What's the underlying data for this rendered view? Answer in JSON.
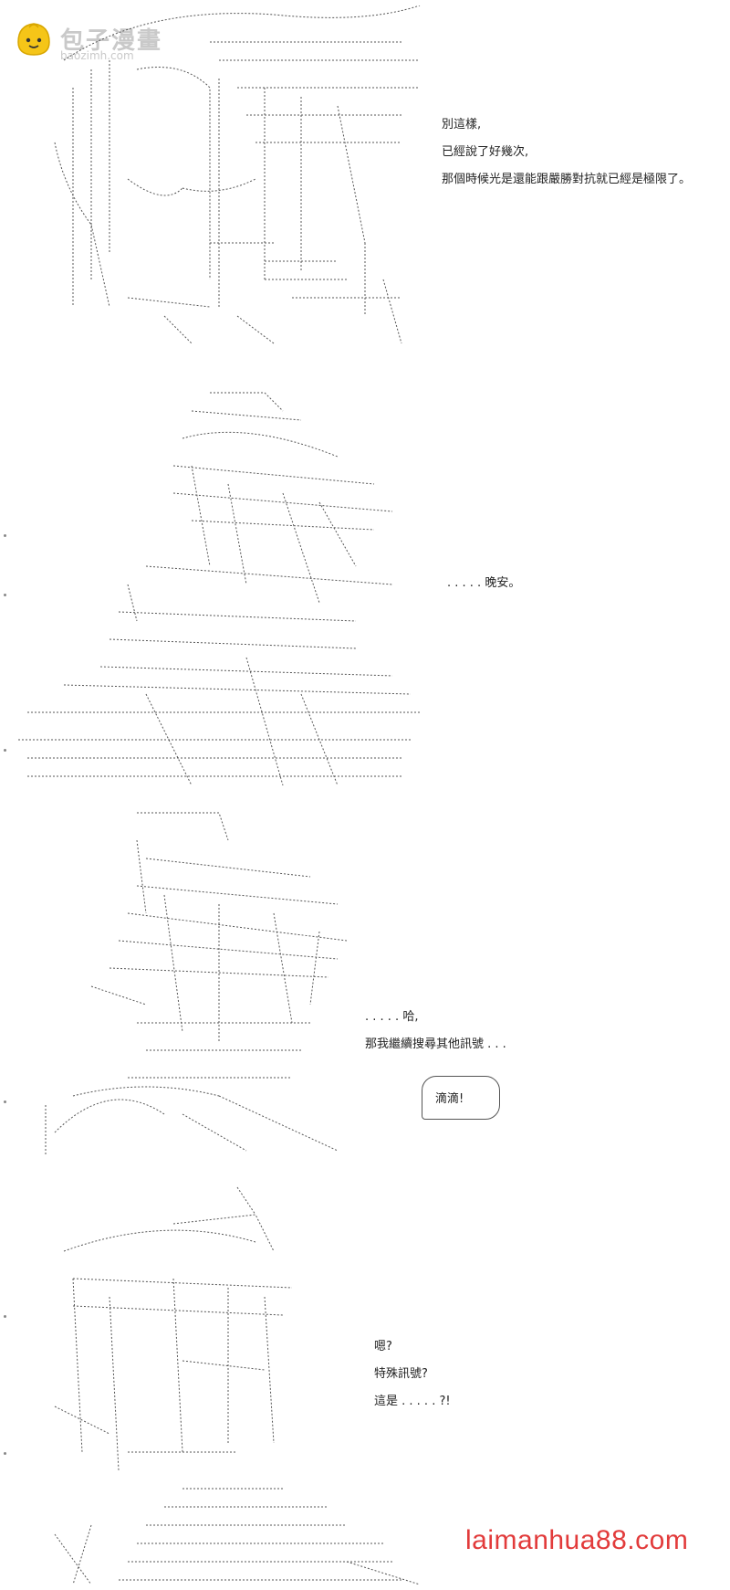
{
  "logo": {
    "title": "包子漫畫",
    "domain": "baozimh.com"
  },
  "panels": [
    {
      "lines": [
        "別這樣,",
        "已經說了好幾次,",
        "那個時候光是還能跟嚴勝對抗就已經是極限了。"
      ]
    },
    {
      "lines": [
        ". . . . . 晚安。"
      ]
    },
    {
      "lines": [
        ". . . . . 哈,",
        "那我繼續搜尋其他訊號 . . ."
      ],
      "bubble": "滴滴!"
    },
    {
      "lines": [
        "嗯?",
        "特殊訊號?",
        "這是 . . . . . ?!"
      ]
    }
  ],
  "watermark": "laimanhua88.com",
  "colors": {
    "art_stroke": "#555555",
    "watermark": "#e23b3b",
    "logo_bun": "#f5c518"
  }
}
